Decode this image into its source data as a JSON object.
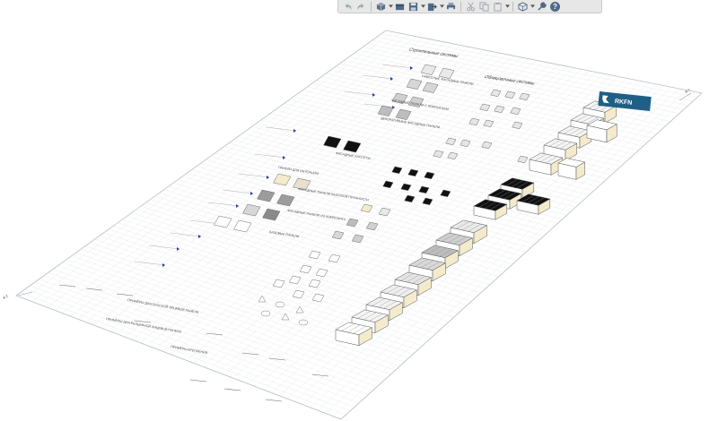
{
  "toolbar": {
    "tools": [
      {
        "name": "undo-icon"
      },
      {
        "name": "redo-icon"
      },
      {
        "name": "view-cube-icon",
        "menu": true
      },
      {
        "name": "section-box-icon"
      },
      {
        "name": "save-icon",
        "menu": true
      },
      {
        "name": "export-icon",
        "menu": true
      },
      {
        "name": "print-icon"
      },
      {
        "name": "cut-icon"
      },
      {
        "name": "copy-icon"
      },
      {
        "name": "paste-icon",
        "menu": true
      },
      {
        "name": "measure-icon",
        "menu": true
      },
      {
        "name": "settings-wrench-icon"
      },
      {
        "name": "help-icon"
      }
    ],
    "help_label": "?"
  },
  "view": {
    "logo_text": "RKFN",
    "top_header": "Строительные системы",
    "right_header": "Облицовочные системы",
    "section_headers": [
      "НАВЕСНЫЕ ФАСАДНЫЕ ПАНЕЛИ",
      "ФАСАДНЫЕ ПАНЕЛИ С ПОКРЫТИЕМ",
      "ДЕКОРАТИВНЫЕ ФАСАДНЫЕ ПАНЕЛИ",
      "ФАСАДНЫЕ КАССЕТЫ",
      "ПАНЕЛИ ДЛЯ ИНТЕРЬЕРА",
      "ФАСАДНЫЕ ПАНЕЛИ ВЫСОКОЙ ПРОЧНОСТИ",
      "ФАСАДНЫЕ ПАНЕЛИ ИЗ КОМПОЗИТА",
      "БАЗОВЫЕ ПАНЕЛИ"
    ],
    "bottom_notes": [
      "ПРИМЕРЫ ДЛЯ ПЛОСКОЙ ЛИЦЕВОЙ ПАНЕЛИ",
      "ПРИМЕРЫ ДЛЯ РЕЛЬЕФНОЙ ЛИЦЕВОЙ ПАНЕЛИ",
      "ПРИМЕРЫ КРЕПЛЕНИЯ"
    ],
    "colors": {
      "grid": "#dfe4ea",
      "sheet": "#ffffff",
      "panel_cream": "#f3ebcc",
      "panel_black": "#111111",
      "logo_bg": "#1f5f86"
    }
  }
}
